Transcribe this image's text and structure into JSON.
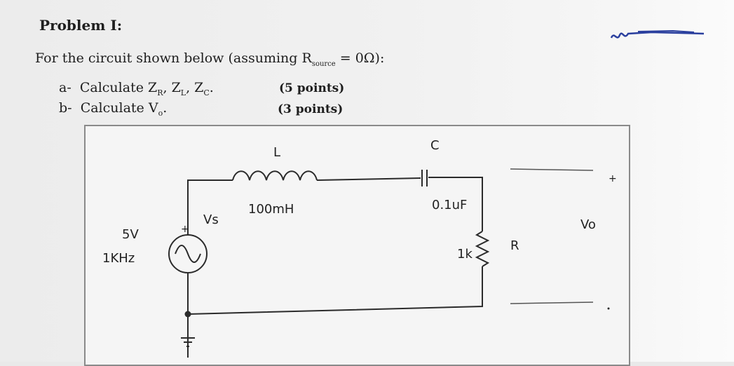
{
  "problem": {
    "title": "Problem I:",
    "intro_prefix": "For the circuit shown below (assuming R",
    "intro_sub": "source",
    "intro_suffix": " = 0Ω):",
    "items": [
      {
        "marker": "a-",
        "text": "Calculate Z",
        "parts": [
          "R",
          ", Z",
          "L",
          ", Z",
          "C",
          "."
        ],
        "points": "(5 points)"
      },
      {
        "marker": "b-",
        "text": "Calculate V",
        "parts": [
          "o",
          "."
        ],
        "points": "(3 points)"
      }
    ]
  },
  "circuit": {
    "source_name": "Vs",
    "source_voltage": "5V",
    "source_freq": "1KHz",
    "inductor_name": "L",
    "inductor_value": "100mH",
    "capacitor_name": "C",
    "capacitor_value": "0.1uF",
    "resistor_name": "R",
    "resistor_value": "1k",
    "output_name": "Vo",
    "output_plus": "+",
    "source_plus": "+"
  },
  "colors": {
    "ink": "#1e1e1e",
    "wire": "#2b2b2b",
    "signature": "#2a3f9e"
  }
}
